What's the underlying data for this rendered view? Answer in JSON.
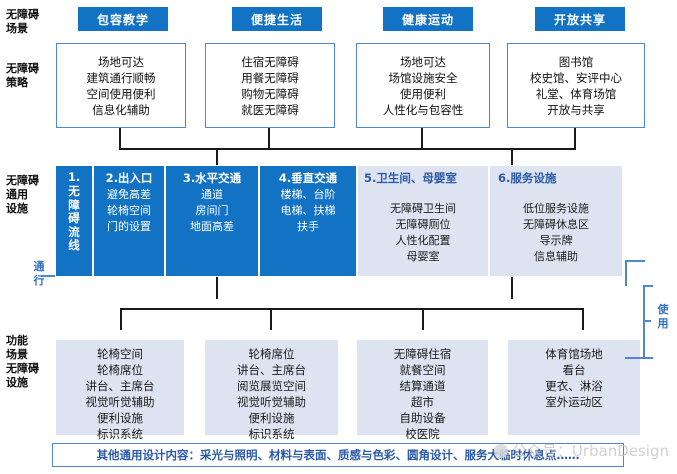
{
  "rows": {
    "scene_label": "无障碍\n场景",
    "strategy_label": "无障碍\n策略",
    "universal_label": "无障碍\n通用\n设施",
    "universal_sub_label": "通\n行",
    "function_label": "功能\n场景\n无障碍\n设施",
    "use_label": "使\n用"
  },
  "scenes": [
    {
      "chip": "包容教学",
      "strategy": "场地可达\n建筑通行顺畅\n空间使用便利\n信息化辅助"
    },
    {
      "chip": "便捷生活",
      "strategy": "住宿无障碍\n用餐无障碍\n购物无障碍\n就医无障碍"
    },
    {
      "chip": "健康运动",
      "strategy": "场地可达\n场馆设施安全\n使用便利\n人性化与包容性"
    },
    {
      "chip": "开放共享",
      "strategy": "图书馆\n校史馆、安评中心\n礼堂、体育场馆\n开放与共享"
    }
  ],
  "universal_facilities": [
    {
      "head": "1.",
      "vertical": "无障碍流线",
      "body": "",
      "style": "dark",
      "orientation": "vertical"
    },
    {
      "head": "2.出入口",
      "body": "避免高差\n轮椅空间\n门的设置",
      "style": "dark",
      "orientation": "horizontal"
    },
    {
      "head": "3.水平交通",
      "body": "通道\n房间门\n地面高差",
      "style": "dark",
      "orientation": "horizontal"
    },
    {
      "head": "4.垂直交通",
      "body": "楼梯、台阶\n电梯、扶梯\n扶手",
      "style": "dark",
      "orientation": "horizontal"
    },
    {
      "head": "5.卫生间、母婴室",
      "body": "无障碍卫生间\n无障碍厕位\n人性化配置\n母婴室",
      "style": "light",
      "orientation": "horizontal"
    },
    {
      "head": "6.服务设施",
      "body": "低位服务设施\n无障碍休息区\n导示牌\n信息辅助",
      "style": "light",
      "orientation": "horizontal"
    }
  ],
  "function_boxes": [
    {
      "text": "轮椅空间\n轮椅席位\n讲台、主席台\n视觉听觉辅助\n便利设施\n标识系统"
    },
    {
      "text": "轮椅席位\n讲台、主席台\n阅览展览空间\n视觉听觉辅助\n便利设施\n标识系统"
    },
    {
      "text": "无障碍住宿\n就餐空间\n结算通道\n超市\n自助设备\n校医院"
    },
    {
      "text": "体育馆场地\n看台\n更衣、淋浴\n室外运动区"
    }
  ],
  "banner": {
    "text": "其他通用设计内容：采光与照明、材料与表面、质感与色彩、圆角设计、服务大临时休息点……"
  },
  "watermark": {
    "text": "公众号：UrbanDesign"
  },
  "colors": {
    "accent_blue": "#1272c4",
    "light_blue": "#dde3f1",
    "border_blue": "#4f86d4",
    "heading_blue": "#2b5aa8",
    "connector": "#1a1a1a"
  }
}
